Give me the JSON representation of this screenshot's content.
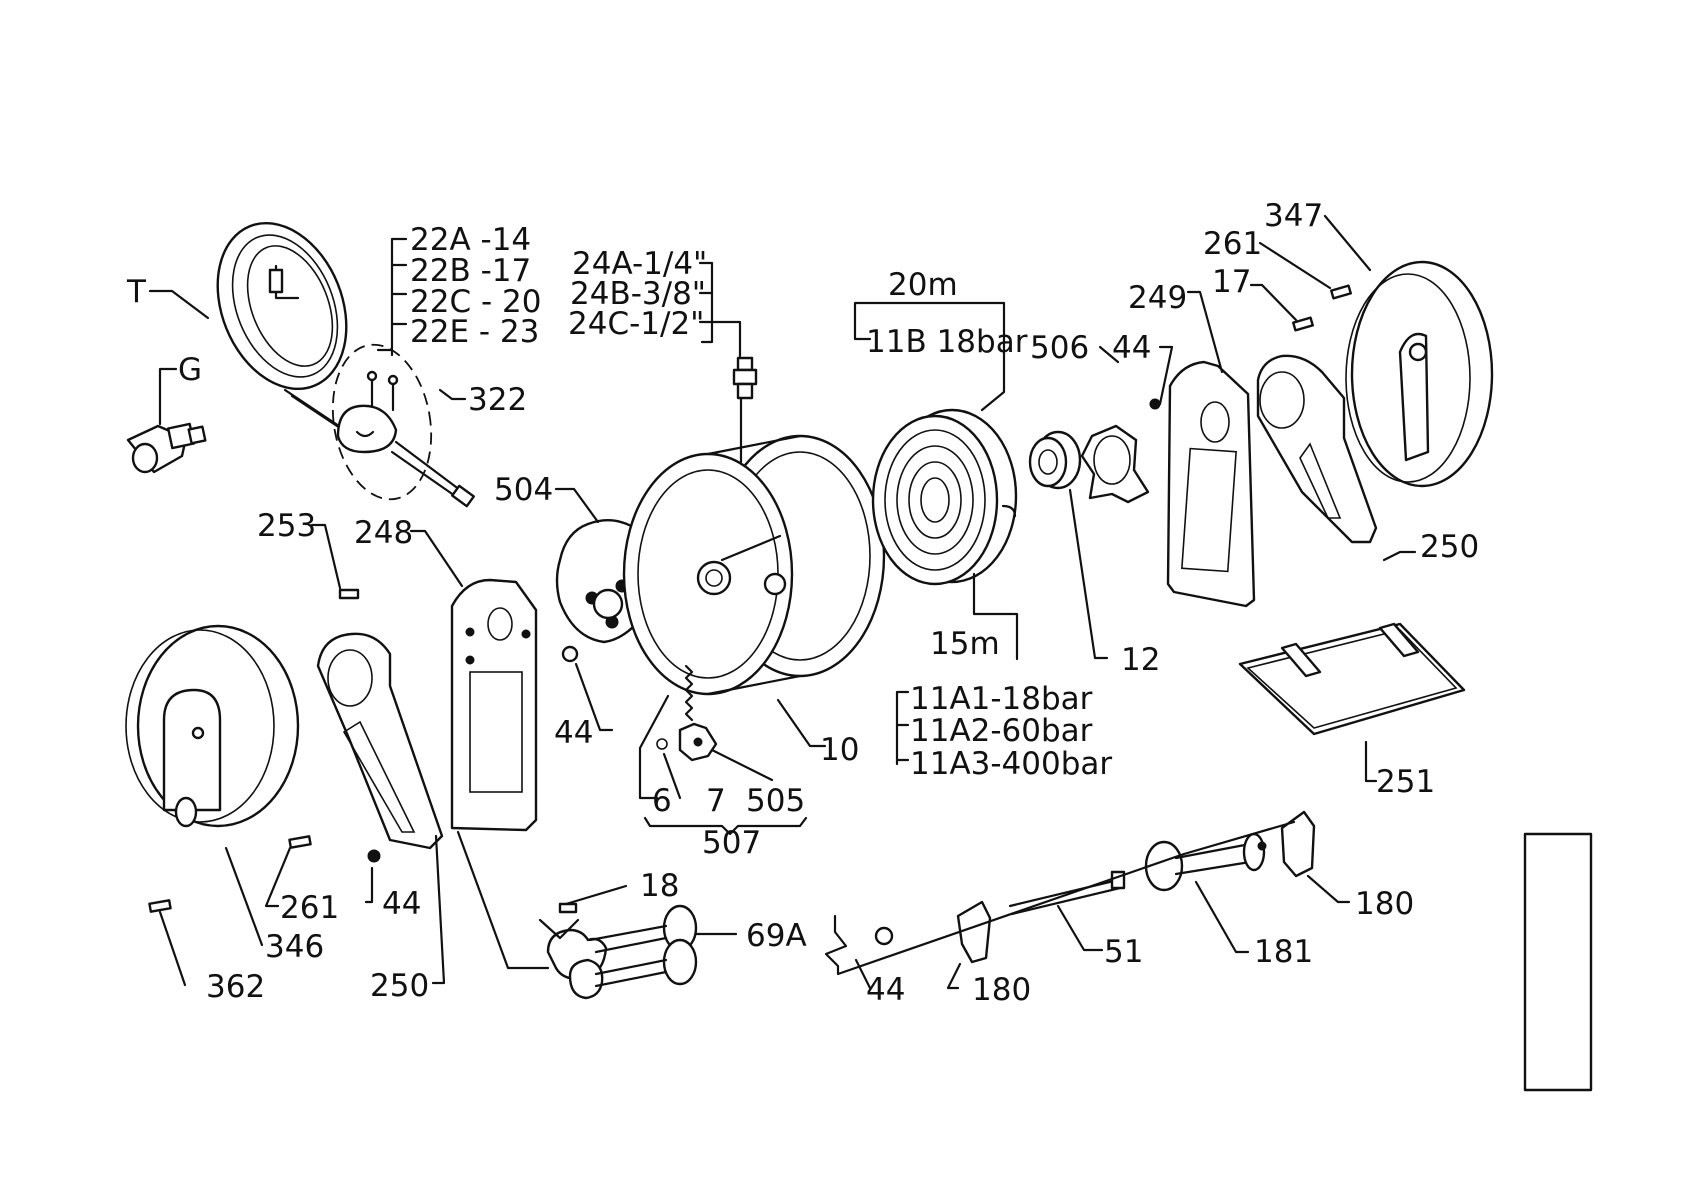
{
  "labels": {
    "T": "T",
    "G": "G",
    "p22A": "22A -14",
    "p22B": "22B -17",
    "p22C": "22C - 20",
    "p22E": "22E - 23",
    "p24A": "24A-1/4\"",
    "p24B": "24B-3/8\"",
    "p24C": "24C-1/2\"",
    "p322": "322",
    "p504": "504",
    "p253": "253",
    "p248": "248",
    "p20m": "20m",
    "p11B": "11B 18bar",
    "p506": "506",
    "p44_top": "44",
    "p249": "249",
    "p17": "17",
    "p261_top": "261",
    "p347": "347",
    "p250_right": "250",
    "p12": "12",
    "p15m": "15m",
    "p11A1": "11A1-18bar",
    "p11A2": "11A2-60bar",
    "p11A3": "11A3-400bar",
    "p251": "251",
    "p44_mid": "44",
    "p10": "10",
    "p6": "6",
    "p7": "7",
    "p505": "505",
    "p507": "507",
    "p261_bottom": "261",
    "p44_left": "44",
    "p346": "346",
    "p362": "362",
    "p250_bottom": "250",
    "p18": "18",
    "p69A": "69A",
    "p44_bottom": "44",
    "p180_left": "180",
    "p51": "51",
    "p181": "181",
    "p180_right": "180"
  }
}
